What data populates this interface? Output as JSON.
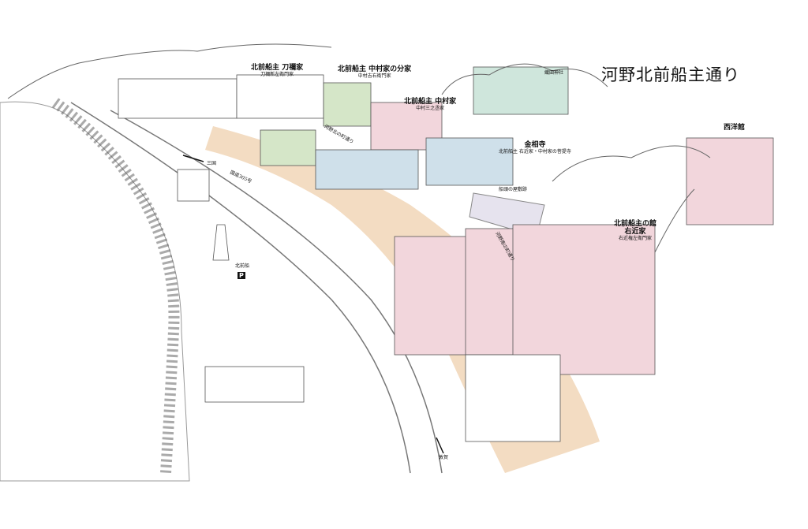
{
  "title": "河野北前船主通り",
  "colors": {
    "street": "#f3dcc2",
    "pink": "#f2d6dc",
    "green": "#d5e6c8",
    "blue": "#cfe0ea",
    "teal": "#cfe6dc",
    "lavender": "#e6e3ee",
    "ink": "#333333"
  },
  "labels": {
    "menoke": {
      "main": "北前船主 刀禰家",
      "sub": "刀禰新左衛門家"
    },
    "nakamura_branch": {
      "main": "北前船主 中村家の分家",
      "sub": "中村吉右衛門家"
    },
    "nakamura": {
      "main": "北前船主 中村家",
      "sub": "中村三之丞家"
    },
    "shrine": {
      "main": "織田神社"
    },
    "konsoji": {
      "main": "金相寺",
      "sub": "北前船主 右近家・中村家の菩提寺"
    },
    "seiyokan": {
      "main": "西洋館"
    },
    "ukon": {
      "main": "北前船主の館",
      "main2": "右近家",
      "sub": "右近権左衛門家"
    },
    "sendo": {
      "main": "船頭の屋敷跡"
    },
    "street_north": "河野北の町通り",
    "street_south": "河野南の町通り",
    "mikuni": "三国",
    "route": "国道305号",
    "ship": "北前船",
    "parking": "P",
    "tsuruga": "敦賀"
  }
}
